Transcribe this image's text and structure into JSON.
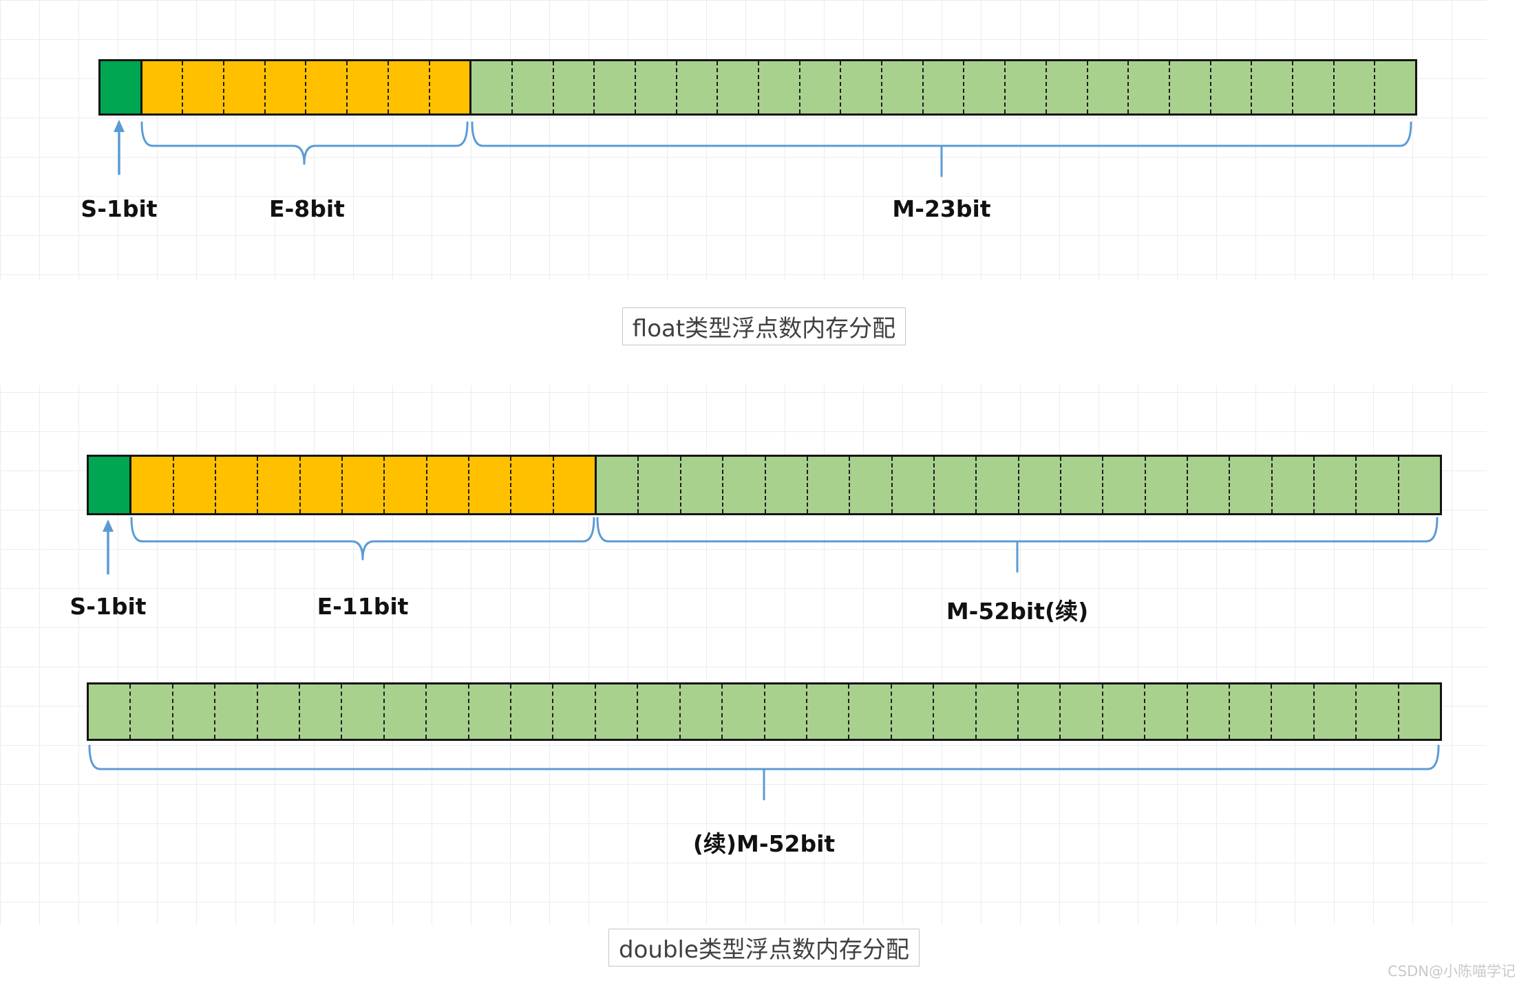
{
  "colors": {
    "sign": "#00A651",
    "exponent": "#FFC000",
    "mantissa": "#A9D18E",
    "brace": "#5B9BD5"
  },
  "bars": {
    "float": {
      "segments": [
        {
          "type": "sign",
          "bits": 1
        },
        {
          "type": "exponent",
          "bits": 8
        },
        {
          "type": "mantissa",
          "bits": 23
        }
      ]
    },
    "double_row1": {
      "segments": [
        {
          "type": "sign",
          "bits": 1
        },
        {
          "type": "exponent",
          "bits": 11
        },
        {
          "type": "mantissa",
          "bits": 20
        }
      ]
    },
    "double_row2": {
      "segments": [
        {
          "type": "mantissa",
          "bits": 32
        }
      ]
    }
  },
  "float_diagram": {
    "sign_label": "S-1bit",
    "exponent_label": "E-8bit",
    "mantissa_label": "M-23bit",
    "caption": "float类型浮点数内存分配"
  },
  "double_diagram": {
    "sign_label": "S-1bit",
    "exponent_label": "E-11bit",
    "mantissa_label": "M-52bit(续)",
    "mantissa_cont_label": "(续)M-52bit",
    "caption": "double类型浮点数内存分配"
  },
  "watermark": "CSDN@小陈喵学记"
}
